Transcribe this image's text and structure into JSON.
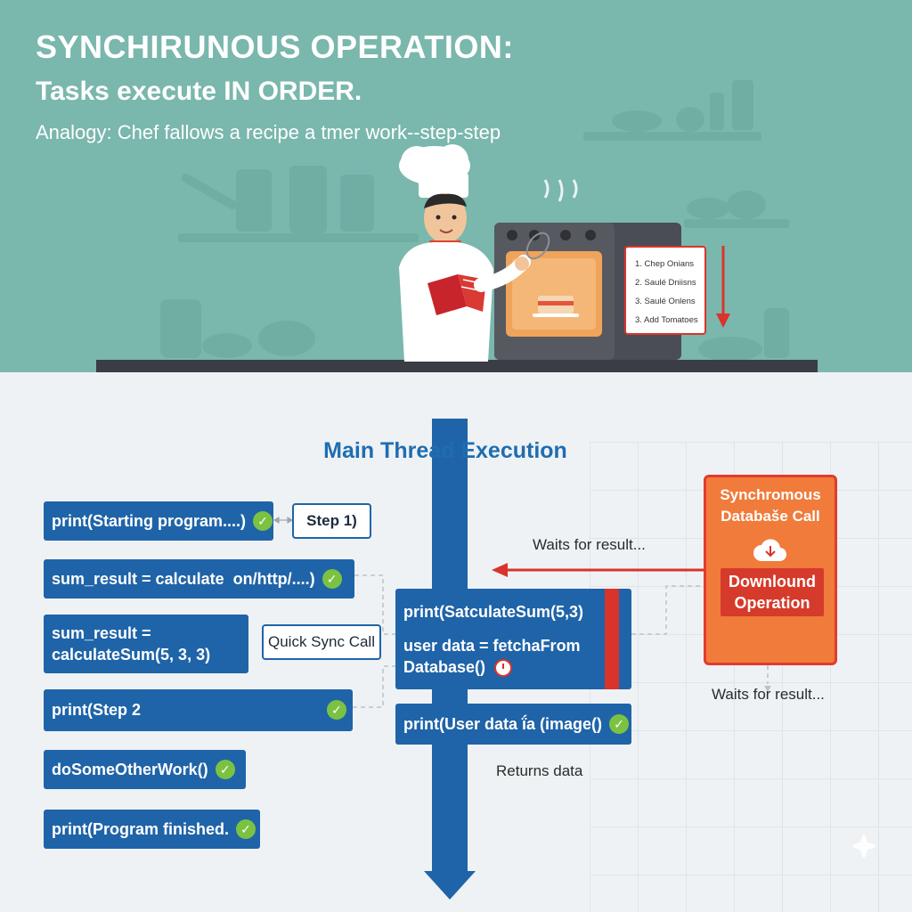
{
  "header": {
    "title": "SYNCHIRUNOUS OPERATION:",
    "subtitle": "Tasks execute IN ORDER.",
    "analogy": "Analogy: Chef fallows a recipe a tmer work--step-step"
  },
  "recipe_card": {
    "steps": [
      "1. Chep Onians",
      "2. Saulé Dniisns",
      "3. Saulé Onlens",
      "3. Add Tomatoes"
    ]
  },
  "main_thread": {
    "title": "Main Thread Execution"
  },
  "left_column": {
    "items": [
      {
        "text": "print(Starting program....)",
        "checked": true
      },
      {
        "text": "sum_result = calculate  on/http/....)",
        "checked": true
      },
      {
        "text": "sum_result =\ncalculateSum(5, 3, 3)",
        "checked": false
      },
      {
        "text": "print(Step 2",
        "checked": true
      },
      {
        "text": "doSomeOtherWork()",
        "checked": true
      },
      {
        "text": "print(Program finished.",
        "checked": true
      }
    ],
    "step_label": "Step 1)",
    "quick_sync_label": "Quick Sync Call"
  },
  "center_column": {
    "box_line1": "print(SatculateSum(5,3)",
    "box_line2": "user data = fetchaFrom",
    "box_line3": "Database()",
    "after_box": "print(User data ḯa (image()",
    "returns_label": "Returns data"
  },
  "right_column": {
    "db_title_line1": "Synchromous",
    "db_title_line2": "Databaše Call",
    "download_line1": "Downlound",
    "download_line2": "Operation",
    "waits_label_top": "Waits for result...",
    "waits_label_bottom": "Waits for result..."
  },
  "colors": {
    "hero_bg": "#7ab7ad",
    "code_blue": "#1f64a8",
    "title_blue": "#1f6db0",
    "check_green": "#7cc242",
    "alert_red": "#d9342b",
    "db_orange": "#f07b3b"
  },
  "icons": {
    "check": "check-circle-icon",
    "timer": "stopwatch-icon",
    "cloud": "cloud-download-icon",
    "thread_arrow": "arrow-down-icon",
    "wait_arrow": "arrow-left-icon"
  }
}
